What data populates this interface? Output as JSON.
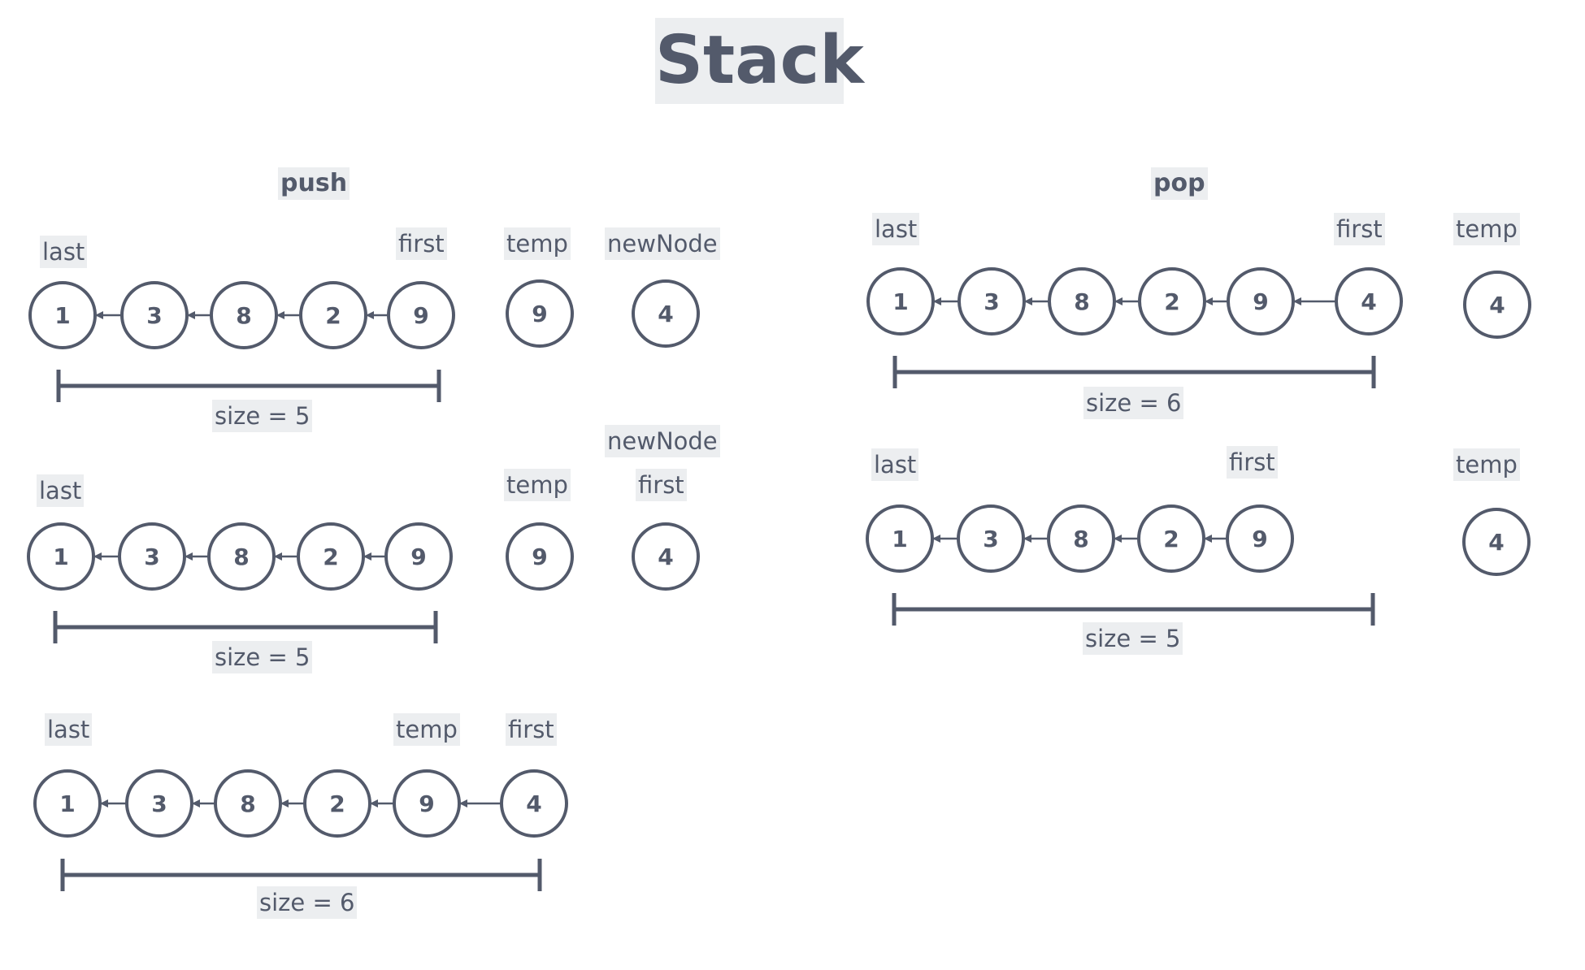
{
  "title": "Stack",
  "accent_color": "#535a6b",
  "label_background": "#eceef0",
  "push": {
    "heading": "push",
    "steps": [
      {
        "labels": {
          "last": "last",
          "first": "first",
          "temp": "temp",
          "newNode": "newNode"
        },
        "chain": [
          "1",
          "3",
          "8",
          "2",
          "9"
        ],
        "temp_node": "9",
        "new_node": "4",
        "size": "size = 5"
      },
      {
        "labels": {
          "last": "last",
          "temp": "temp",
          "newNode": "newNode",
          "first": "first"
        },
        "chain": [
          "1",
          "3",
          "8",
          "2",
          "9"
        ],
        "temp_node": "9",
        "new_node": "4",
        "size": "size = 5"
      },
      {
        "labels": {
          "last": "last",
          "temp": "temp",
          "first": "first"
        },
        "chain": [
          "1",
          "3",
          "8",
          "2",
          "9",
          "4"
        ],
        "size": "size = 6"
      }
    ]
  },
  "pop": {
    "heading": "pop",
    "steps": [
      {
        "labels": {
          "last": "last",
          "first": "first",
          "temp": "temp"
        },
        "chain": [
          "1",
          "3",
          "8",
          "2",
          "9",
          "4"
        ],
        "temp_node": "4",
        "size": "size = 6"
      },
      {
        "labels": {
          "last": "last",
          "first": "first",
          "temp": "temp"
        },
        "chain": [
          "1",
          "3",
          "8",
          "2",
          "9"
        ],
        "temp_node": "4",
        "size": "size = 5"
      }
    ]
  }
}
